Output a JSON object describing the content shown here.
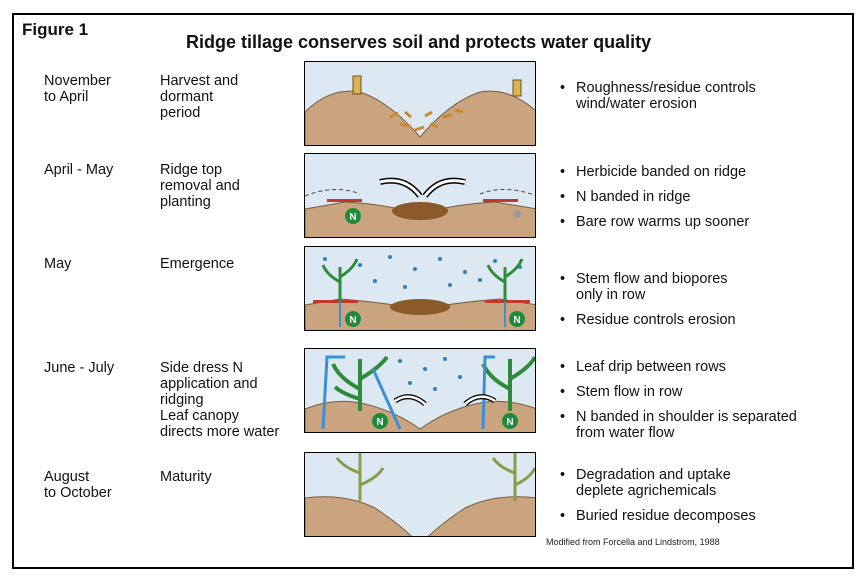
{
  "figure_label": "Figure 1",
  "title": "Ridge tillage conserves soil and protects water quality",
  "rows": [
    {
      "time": "November\nto April",
      "stage": "Harvest and\ndormant\nperiod",
      "notes": [
        "Roughness/residue controls\nwind/water erosion"
      ]
    },
    {
      "time": "April - May",
      "stage": "Ridge top\nremoval and\nplanting",
      "notes": [
        "Herbicide banded on ridge",
        "N banded in ridge",
        "Bare row warms up sooner"
      ]
    },
    {
      "time": "May",
      "stage": "Emergence",
      "notes": [
        "Stem flow and biopores\nonly in row",
        "Residue controls erosion"
      ]
    },
    {
      "time": "June - July",
      "stage": "Side dress N\napplication and\nridging\nLeaf canopy\ndirects more water",
      "notes": [
        "Leaf drip between rows",
        "Stem flow in row",
        "N banded in shoulder is separated\nfrom water flow"
      ]
    },
    {
      "time": "August\nto October",
      "stage": "Maturity",
      "notes": [
        "Degradation and uptake\ndeplete agrichemicals",
        "Buried residue decomposes"
      ]
    }
  ],
  "n_marker": "N",
  "credit": "Modified from Forcella and Lindstrom, 1988",
  "colors": {
    "soil": "#c9a47e",
    "sky": "#dde9f2",
    "residue": "#c9892f",
    "rain": "#2f7fc0",
    "herbicide": "#c0392b",
    "n_badge": "#1e8a3a",
    "plant": "#2e8b3a",
    "water": "#3b8fd6"
  }
}
